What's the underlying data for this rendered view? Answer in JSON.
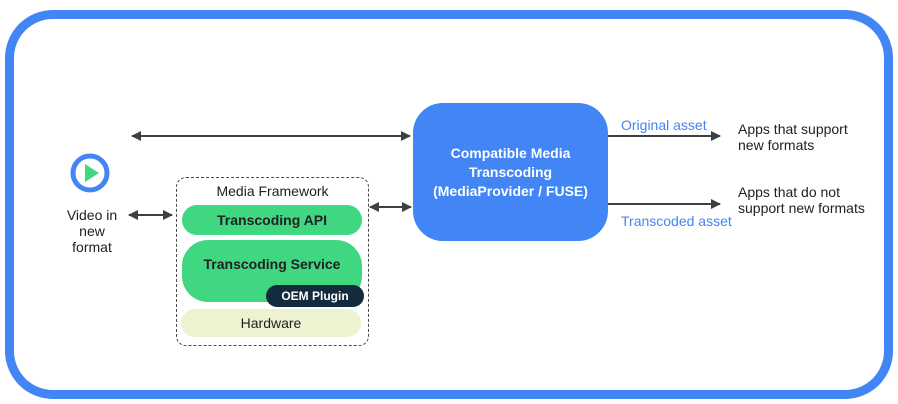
{
  "diagram": {
    "colors": {
      "accent_blue": "#4285f4",
      "green": "#3fd77f",
      "pale_green": "#edf3d0",
      "navy": "#142b3d",
      "arrow_gray": "#3c4043"
    },
    "left": {
      "icon": "play-icon",
      "video_label": [
        "Video in",
        "new",
        "format"
      ]
    },
    "media_framework": {
      "title": "Media Framework",
      "layers": [
        {
          "label": "Transcoding API"
        },
        {
          "label": "Transcoding Service",
          "sublabel": "OEM Plugin"
        },
        {
          "label": "Hardware"
        }
      ]
    },
    "transcoding_box": {
      "lines": [
        "Compatible Media",
        "Transcoding",
        "(MediaProvider / FUSE)"
      ]
    },
    "outputs": [
      {
        "asset_label": "Original asset",
        "target_lines": [
          "Apps that support",
          "new formats"
        ]
      },
      {
        "asset_label": "Transcoded asset",
        "target_lines": [
          "Apps that do not",
          "support new formats"
        ]
      }
    ]
  }
}
